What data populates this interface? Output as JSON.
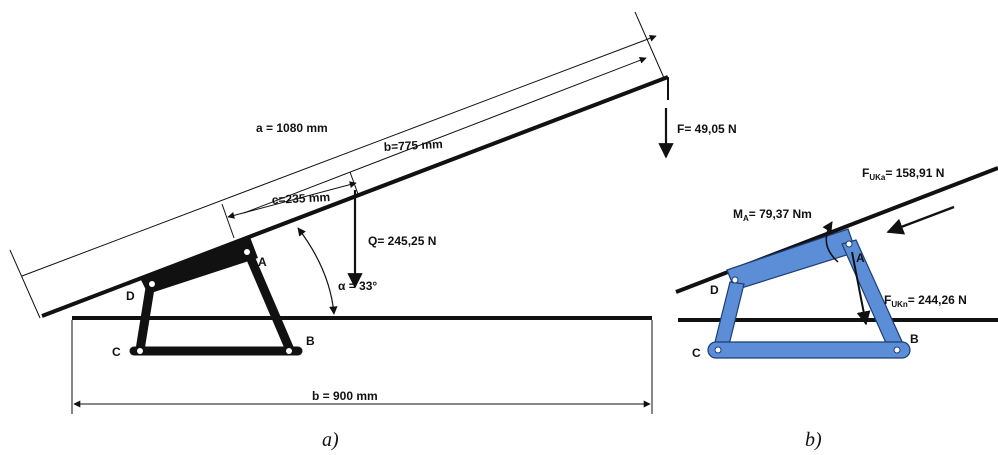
{
  "figure_a": {
    "caption": "a)",
    "dim_a": "a = 1080 mm",
    "dim_b_arm": "b=775 mm",
    "dim_c": "c=235 mm",
    "dim_b_base": "b = 900 mm",
    "force_F": "F= 49,05 N",
    "force_Q": "Q= 245,25 N",
    "angle": "α = 33°",
    "point_A": "A",
    "point_B": "B",
    "point_C": "C",
    "point_D": "D"
  },
  "figure_b": {
    "caption": "b)",
    "moment_main": "M",
    "moment_sub": "A",
    "moment_rest": "= 79,37 Nm",
    "force_uka_main": "F",
    "force_uka_sub": "UKa",
    "force_uka_rest": "= 158,91 N",
    "force_ukn_main": "F",
    "force_ukn_sub": "UKn",
    "force_ukn_rest": "= 244,26 N",
    "point_A": "A",
    "point_B": "B",
    "point_C": "C",
    "point_D": "D"
  },
  "colors": {
    "mechanism_b": "#5b8ed6",
    "ink": "#111111"
  }
}
